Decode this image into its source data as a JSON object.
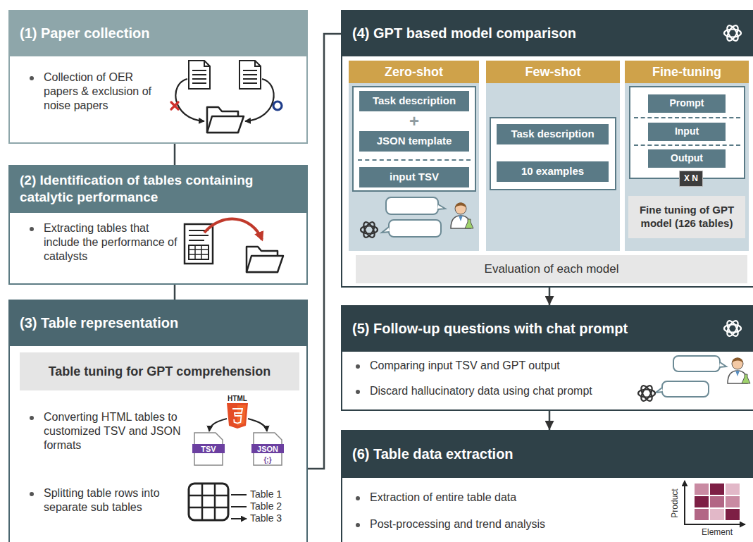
{
  "diagram": {
    "nodes": [
      {
        "text": [
          "(1) Paper collection",
          "Collection of OER papers & exclusion of noise papers"
        ]
      },
      {
        "text": [
          "(2) Identification of tables containing catalytic performance",
          "Extracting tables that include the performance of catalysts"
        ]
      },
      {
        "text": [
          "(3) Table representation",
          "Converting HTML tables to customized TSV and JSON formats",
          "Splitting table rows into separate sub tables"
        ]
      },
      {
        "text": [
          "Table tuning for GPT comprehension"
        ],
        "in": 2
      },
      {
        "text": [
          "(4) GPT based model comparison"
        ]
      },
      {
        "text": [
          "Zero-shot"
        ],
        "in": 4
      },
      {
        "text": [
          "Task description"
        ],
        "in": 5
      },
      {
        "text": [
          "JSON template"
        ],
        "in": 5
      },
      {
        "text": [
          "input TSV"
        ],
        "in": 5
      },
      {
        "text": [
          "Few-shot"
        ],
        "in": 4
      },
      {
        "text": [
          "Task description"
        ],
        "in": 9
      },
      {
        "text": [
          "10 examples"
        ],
        "in": 9
      },
      {
        "text": [
          "Fine-tuning"
        ],
        "in": 4
      },
      {
        "text": [
          "Prompt"
        ],
        "in": 12
      },
      {
        "text": [
          "Input"
        ],
        "in": 12
      },
      {
        "text": [
          "Output"
        ],
        "in": 12
      },
      {
        "text": [
          "X N"
        ],
        "in": 12
      },
      {
        "text": [
          "Fine tuning of GPT model (126 tables)"
        ],
        "in": 12
      },
      {
        "text": [
          "Evaluation of each model"
        ],
        "in": 4
      },
      {
        "text": [
          "(5) Follow-up questions with chat prompt",
          "Comparing input TSV and GPT output",
          "Discard hallucinatory data using chat prompt"
        ]
      },
      {
        "text": [
          "(6) Table data extraction",
          "Extraction of entire table data",
          "Post-processing and trend analysis"
        ]
      }
    ],
    "edges": [
      {
        "from": 0,
        "to": 1,
        "arrow": "none"
      },
      {
        "from": 1,
        "to": 2,
        "arrow": "none"
      },
      {
        "from": 2,
        "to": 4,
        "arrow": "none"
      },
      {
        "from": 4,
        "to": 19,
        "arrow": "to"
      },
      {
        "from": 19,
        "to": 20,
        "arrow": "to"
      }
    ],
    "labels": [
      "+",
      "HTML",
      "TSV",
      "JSON",
      "{;}",
      "Table 1",
      "Table 2",
      "Table 3",
      "Product",
      "Element"
    ]
  }
}
